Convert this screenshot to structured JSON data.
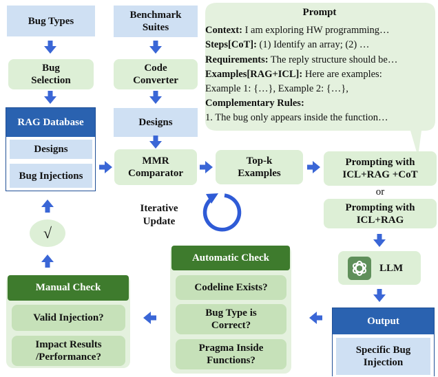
{
  "bug_types": "Bug Types",
  "bug_selection": "Bug Selection",
  "benchmark_suites": "Benchmark Suites",
  "code_converter": "Code Converter",
  "designs_top": "Designs",
  "rag_database": {
    "title": "RAG Database",
    "designs": "Designs",
    "bug_injections": "Bug Injections"
  },
  "mmr_comparator": "MMR Comparator",
  "topk_examples": "Top-k Examples",
  "prompt": {
    "title": "Prompt",
    "context_label": "Context:",
    "context_text": " I am exploring HW programming…",
    "steps_label": "Steps[CoT]:",
    "steps_text": " (1) Identify an array; (2) …",
    "req_label": "Requirements:",
    "req_text": " The reply structure should be…",
    "examples_label": "Examples[RAG+ICL]:",
    "examples_text": " Here are examples:",
    "examples_line2": "Example 1: {…}, Example 2: {…},",
    "rules_label": "Complementary Rules:",
    "rules_text": "1. The bug only appears inside the function…"
  },
  "prompting_cot": "Prompting with ICL+RAG +CoT",
  "or_text": "or",
  "prompting_rag": "Prompting with ICL+RAG",
  "llm": "LLM",
  "output": {
    "title": "Output",
    "content": "Specific Bug Injection"
  },
  "iterative_update": "Iterative Update",
  "check_mark": "√",
  "automatic_check": {
    "title": "Automatic Check",
    "items": [
      "Codeline Exists?",
      "Bug Type is Correct?",
      "Pragma Inside Functions?"
    ]
  },
  "manual_check": {
    "title": "Manual Check",
    "items": [
      "Valid Injection?",
      "Impact Results /Performance?"
    ]
  },
  "colors": {
    "light_blue": "#cfe0f3",
    "light_green": "#ddefd6",
    "dark_green": "#3e7b2d",
    "dark_blue": "#2a62b0",
    "arrow_blue": "#3a66d6"
  },
  "icons": {
    "llm_logo": "openai-knot-icon",
    "iterate": "refresh-circle-icon"
  }
}
